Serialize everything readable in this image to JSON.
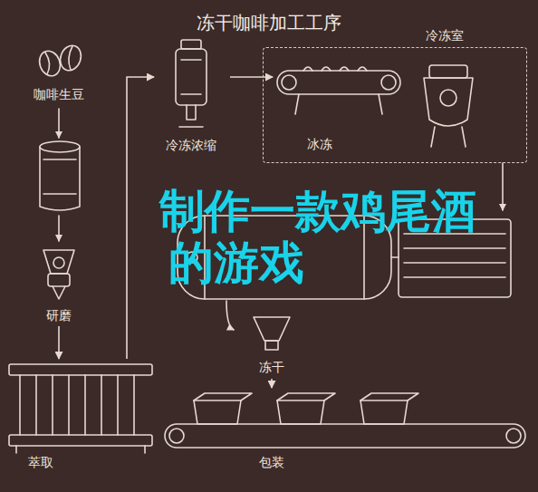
{
  "diagram": {
    "title": "冻干咖啡加工工序",
    "nodes": [
      {
        "text": [
          "咖啡生豆"
        ]
      },
      {
        "text": [
          "冷冻浓缩"
        ]
      },
      {
        "text": [
          "冷冻室"
        ]
      },
      {
        "text": [
          "冰冻"
        ],
        "in": 2
      },
      {
        "text": [
          "研磨"
        ]
      },
      {
        "text": [
          "冻干"
        ]
      },
      {
        "text": [
          "萃取"
        ]
      },
      {
        "text": [
          "包装"
        ]
      }
    ],
    "edges": [
      {
        "from": 4,
        "to": 6,
        "arrow": "to"
      },
      {
        "from": 6,
        "to": 1,
        "arrow": "to"
      },
      {
        "from": 1,
        "to": 3,
        "arrow": "to"
      },
      {
        "from": 5,
        "to": 7,
        "arrow": "to"
      }
    ],
    "labels": [
      "制作一款鸡尾酒",
      "的游戏"
    ]
  }
}
